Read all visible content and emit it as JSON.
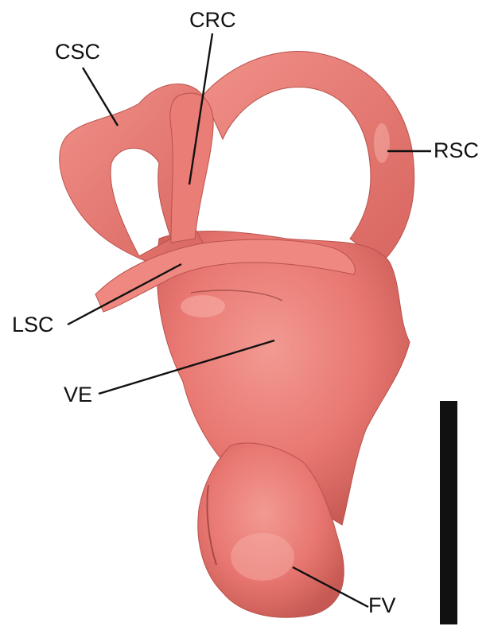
{
  "labels": {
    "csc": "CSC",
    "crc": "CRC",
    "rsc": "RSC",
    "lsc": "LSC",
    "ve": "VE",
    "fv": "FV"
  },
  "colors": {
    "tissue": "#e87670",
    "tissue_light": "#f29a92",
    "tissue_dark": "#c65953",
    "outline": "#8a3a36",
    "ink": "#111111",
    "background": "#ffffff"
  }
}
